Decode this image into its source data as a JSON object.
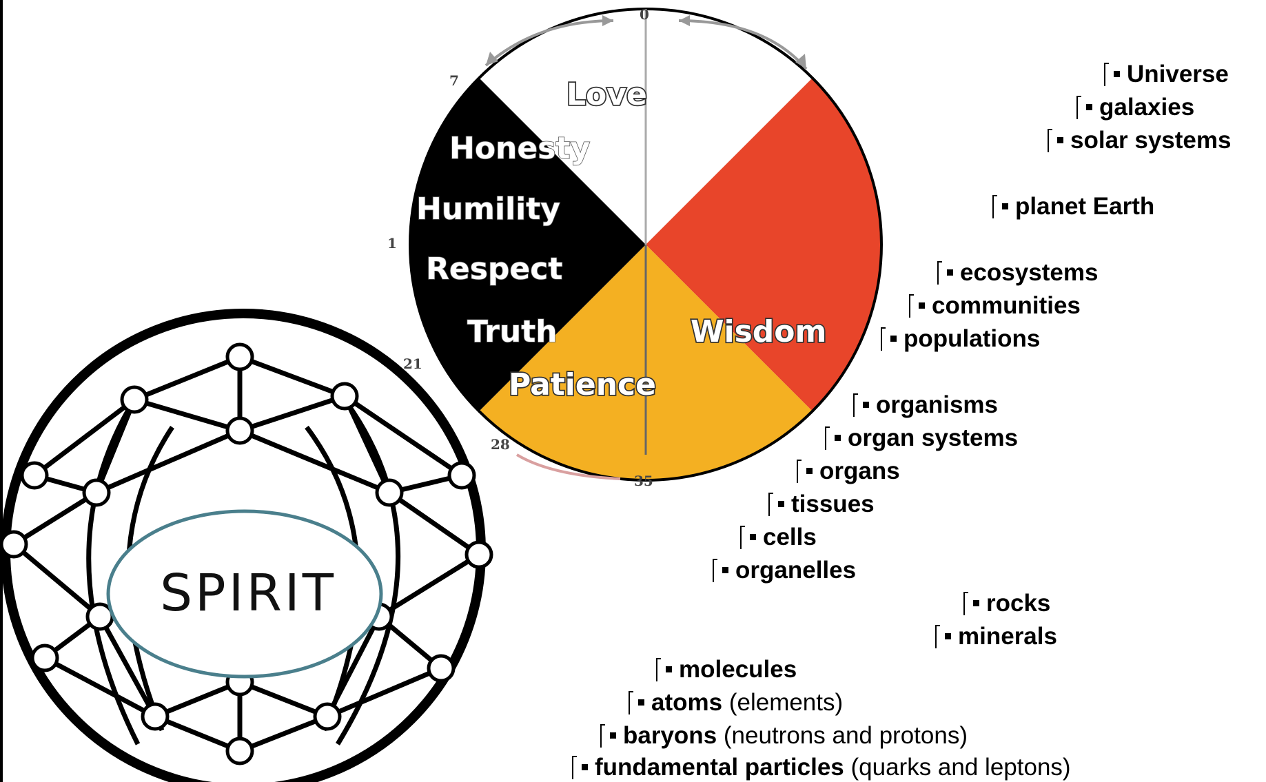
{
  "spirit": {
    "label": "SPIRIT"
  },
  "wheel": {
    "virtues": [
      "Love",
      "Honesty",
      "Humility",
      "Respect",
      "Truth",
      "Patience",
      "Wisdom"
    ],
    "numbers": [
      "0",
      "7",
      "1",
      "21",
      "28",
      "35"
    ],
    "colors": {
      "white": "#ffffff",
      "black": "#000000",
      "red": "#e8452a",
      "yellow": "#f4b022"
    }
  },
  "hierarchy": [
    {
      "name": "Universe",
      "note": ""
    },
    {
      "name": "galaxies",
      "note": ""
    },
    {
      "name": "solar systems",
      "note": ""
    },
    {
      "name": "planet Earth",
      "note": ""
    },
    {
      "name": "ecosystems",
      "note": ""
    },
    {
      "name": "communities",
      "note": ""
    },
    {
      "name": "populations",
      "note": ""
    },
    {
      "name": "organisms",
      "note": ""
    },
    {
      "name": "organ systems",
      "note": ""
    },
    {
      "name": "organs",
      "note": ""
    },
    {
      "name": "tissues",
      "note": ""
    },
    {
      "name": "cells",
      "note": ""
    },
    {
      "name": "organelles",
      "note": ""
    },
    {
      "name": "rocks",
      "note": ""
    },
    {
      "name": "minerals",
      "note": ""
    },
    {
      "name": "molecules",
      "note": ""
    },
    {
      "name": "atoms",
      "note": "(elements)"
    },
    {
      "name": "baryons",
      "note": "(neutrons and protons)"
    },
    {
      "name": "fundamental particles",
      "note": "(quarks and leptons)"
    }
  ]
}
